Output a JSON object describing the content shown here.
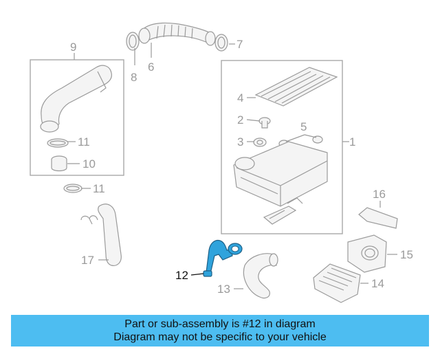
{
  "callouts": {
    "c1": "1",
    "c2": "2",
    "c3": "3",
    "c4": "4",
    "c5": "5",
    "c6": "6",
    "c7": "7",
    "c8": "8",
    "c9": "9",
    "c10": "10",
    "c11a": "11",
    "c11b": "11",
    "c12": "12",
    "c13": "13",
    "c14": "14",
    "c15": "15",
    "c16": "16",
    "c17": "17"
  },
  "highlighted_part": "12",
  "colors": {
    "highlight_part": "#2fa3dc",
    "banner_background": "#4dbdf1",
    "line_art": "#9a9a9a"
  },
  "banner": {
    "line1": "Part or sub-assembly is #12 in diagram",
    "line2": "Diagram may not be specific to your vehicle"
  }
}
